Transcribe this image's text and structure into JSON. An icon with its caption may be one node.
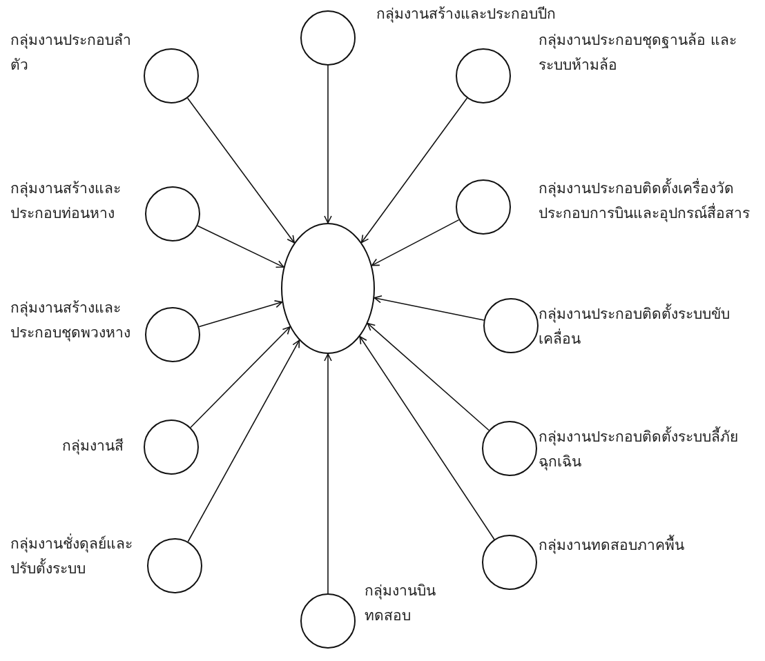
{
  "diagram": {
    "nodes": [
      {
        "text": [],
        "shape": "circle",
        "beside": [
          "กลุ่มงานสร้างและประกอบปีก"
        ]
      },
      {
        "text": [],
        "shape": "circle",
        "beside": [
          "กลุ่มงานประกอบลำตัว"
        ]
      },
      {
        "text": [],
        "shape": "circle",
        "beside": [
          "กลุ่มงานประกอบชุดฐานล้อ และ ระบบห้ามล้อ"
        ]
      },
      {
        "text": [],
        "shape": "circle",
        "beside": [
          "กลุ่มงานสร้างและประกอบท่อนหาง"
        ]
      },
      {
        "text": [],
        "shape": "circle",
        "beside": [
          "กลุ่มงานประกอบติดตั้งเครื่องวัดประกอบการบินและอุปกรณ์สื่อสาร"
        ]
      },
      {
        "text": [],
        "shape": "circle",
        "beside": [
          "กลุ่มงานสร้างและประกอบชุดพวงหาง"
        ]
      },
      {
        "text": [],
        "shape": "circle",
        "beside": [
          "กลุ่มงานประกอบติดตั้งระบบขับเคลื่อน"
        ]
      },
      {
        "text": [],
        "shape": "circle",
        "beside": [
          "กลุ่มงานสี"
        ]
      },
      {
        "text": [],
        "shape": "circle",
        "beside": [
          "กลุ่มงานประกอบติดตั้งระบบลี้ภัยฉุกเฉิน"
        ]
      },
      {
        "text": [],
        "shape": "circle",
        "beside": [
          "กลุ่มงานชั่งดุลย์และปรับตั้งระบบ"
        ]
      },
      {
        "text": [],
        "shape": "circle",
        "beside": [
          "กลุ่มงานทดสอบภาคพื้น"
        ]
      },
      {
        "text": [],
        "shape": "circle",
        "beside": [
          "กลุ่มงานบินทดสอบ"
        ]
      },
      {
        "text": [],
        "shape": "ellipse"
      }
    ],
    "edges": [
      {
        "from": 0,
        "to": 12,
        "arrow": "to"
      },
      {
        "from": 1,
        "to": 12,
        "arrow": "to"
      },
      {
        "from": 2,
        "to": 12,
        "arrow": "to"
      },
      {
        "from": 3,
        "to": 12,
        "arrow": "to"
      },
      {
        "from": 4,
        "to": 12,
        "arrow": "to"
      },
      {
        "from": 5,
        "to": 12,
        "arrow": "to"
      },
      {
        "from": 6,
        "to": 12,
        "arrow": "to"
      },
      {
        "from": 7,
        "to": 12,
        "arrow": "to"
      },
      {
        "from": 8,
        "to": 12,
        "arrow": "to"
      },
      {
        "from": 9,
        "to": 12,
        "arrow": "to"
      },
      {
        "from": 10,
        "to": 12,
        "arrow": "to"
      },
      {
        "from": 11,
        "to": 12,
        "arrow": "to"
      }
    ]
  }
}
